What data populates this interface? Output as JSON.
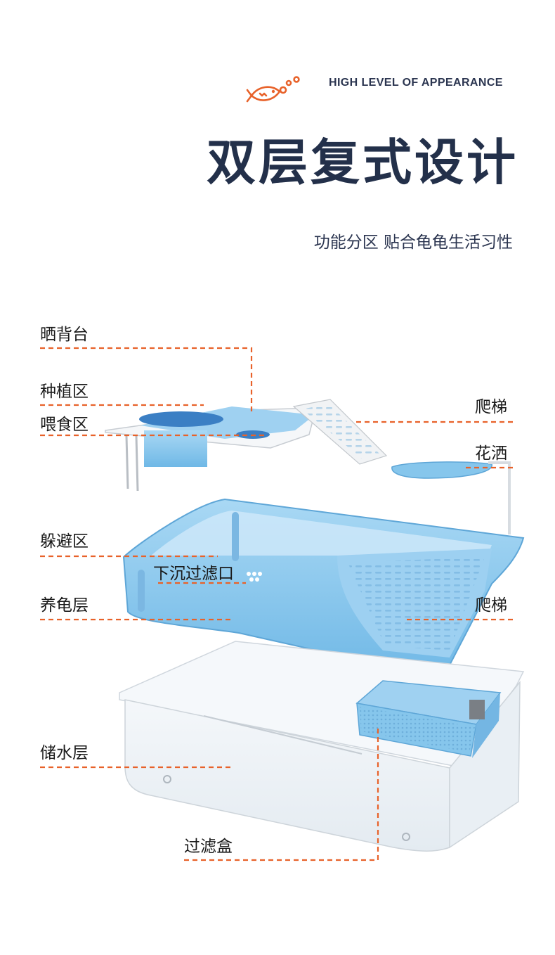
{
  "header": {
    "tag": "HIGH LEVEL OF APPEARANCE",
    "logo_icon": "fish-bubbles-icon",
    "accent": "#e8622a",
    "title": "双层复式设计",
    "subtitle": "功能分区  贴合龟龟生活习性"
  },
  "product": {
    "illustration_icon": "turtle-tank-exploded-icon",
    "body_color": "#86c6ec",
    "clear_color": "#eef3f7"
  },
  "callouts": {
    "basking": "晒背台",
    "planting": "种植区",
    "feeding": "喂食区",
    "ramp_top": "爬梯",
    "sprinkler": "花洒",
    "hiding": "躲避区",
    "drain": "下沉过滤口",
    "turtle_layer": "养龟层",
    "ramp_bottom": "爬梯",
    "water_layer": "储水层",
    "filter_box": "过滤盒"
  }
}
